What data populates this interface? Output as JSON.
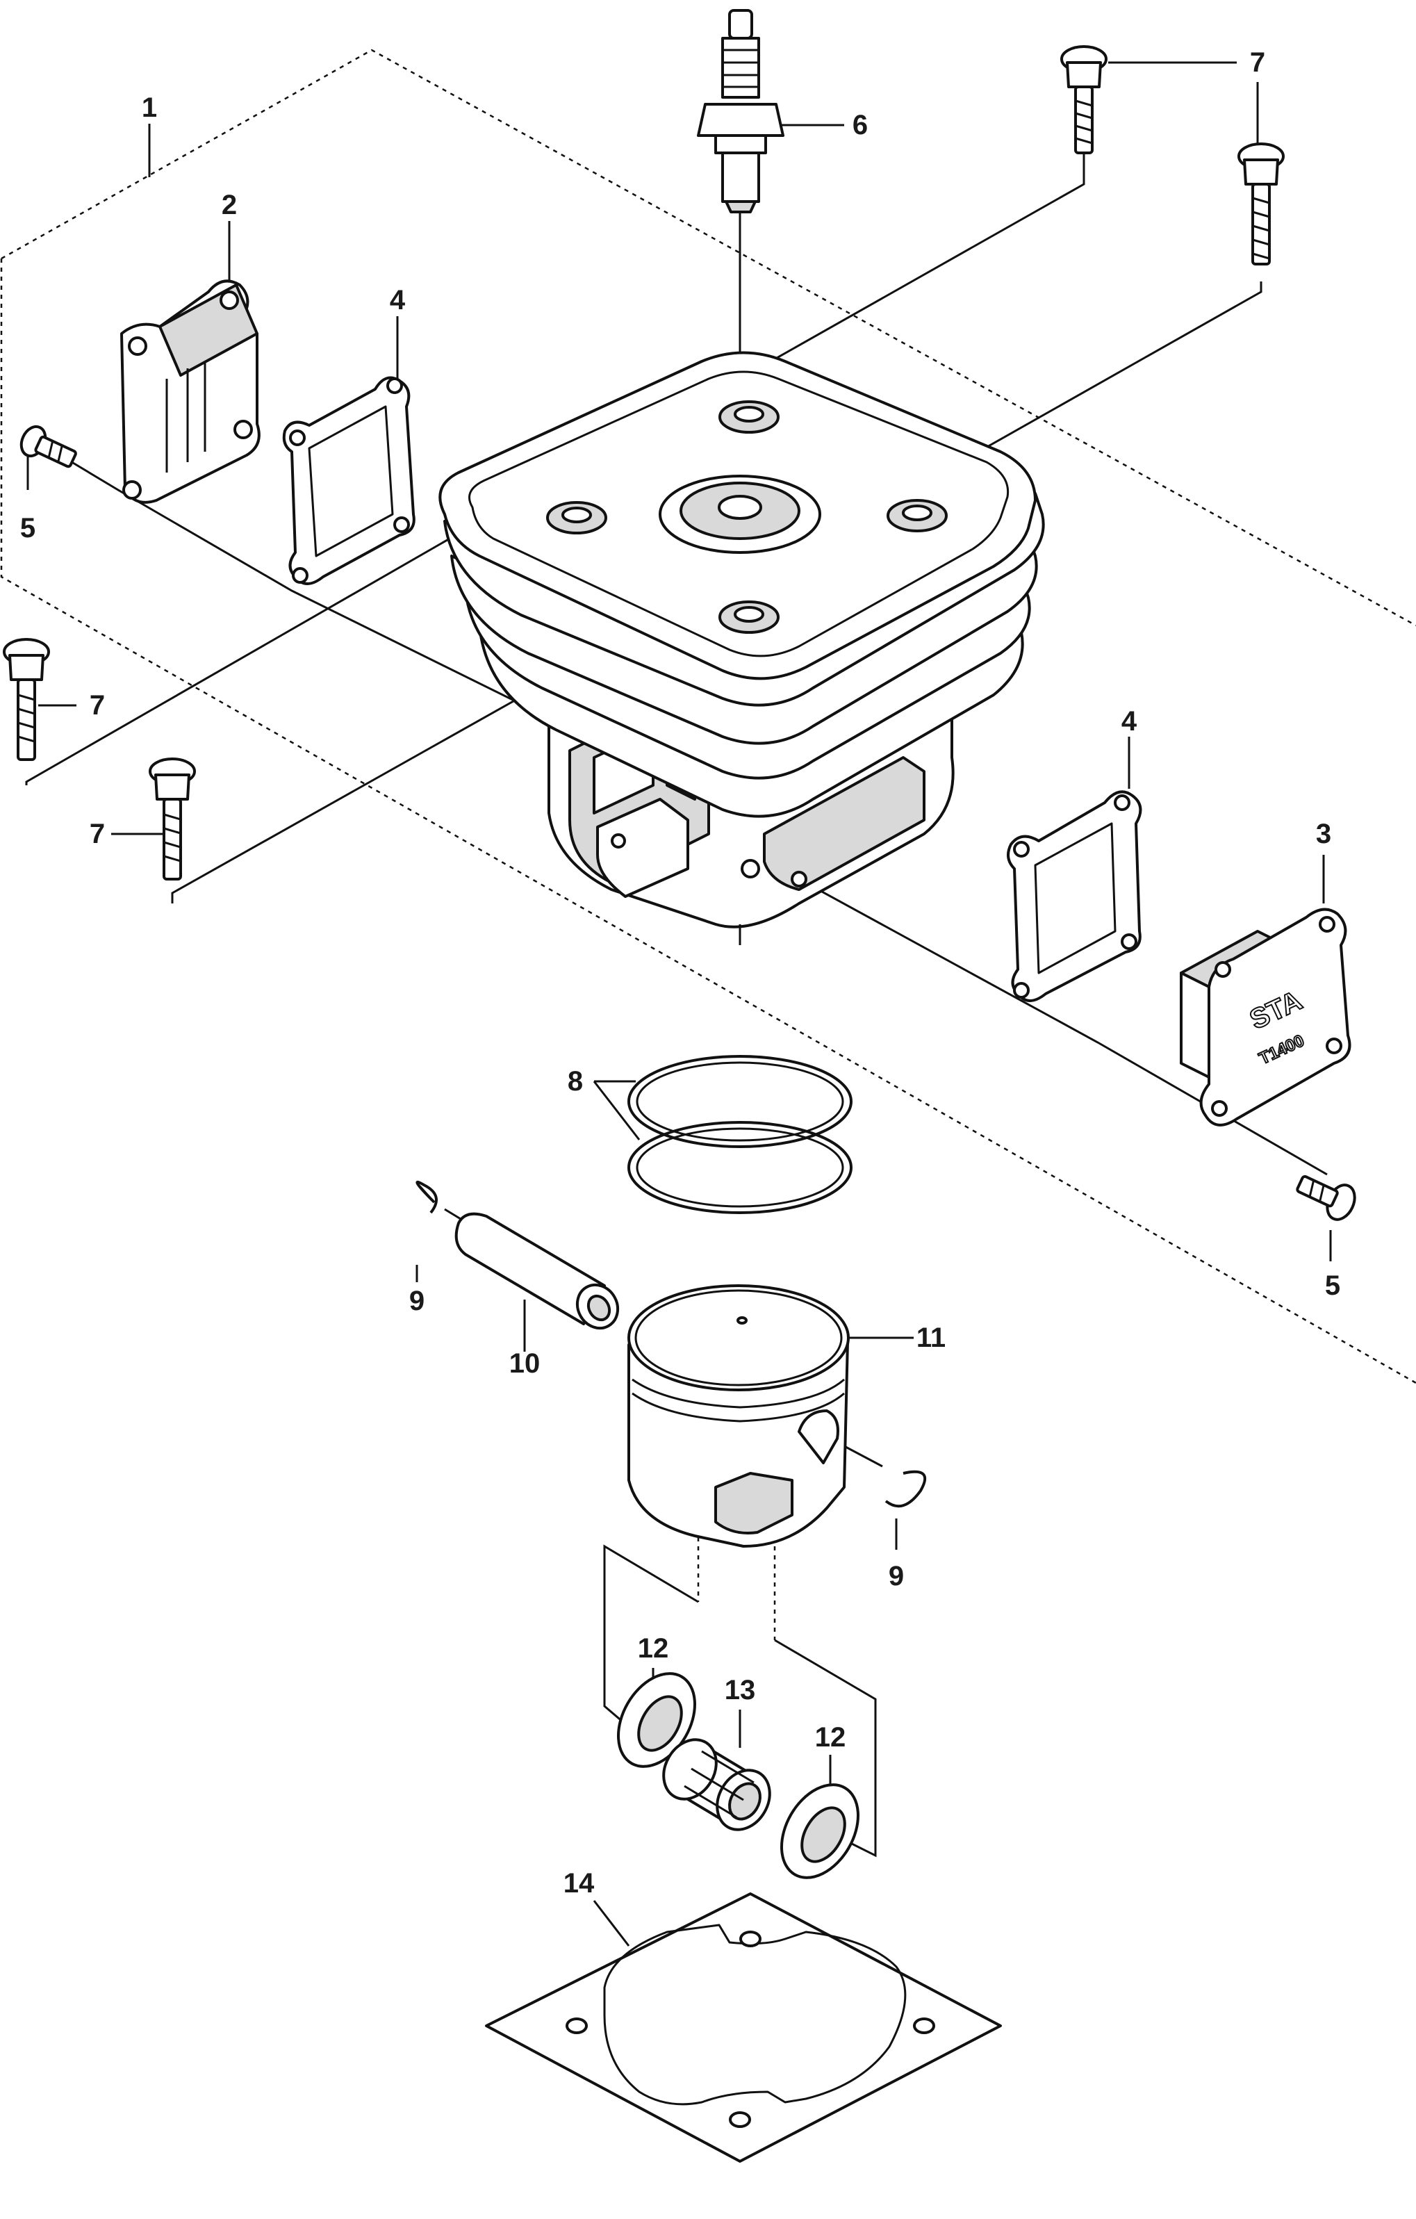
{
  "callouts": {
    "c1": "1",
    "c2": "2",
    "c3": "3",
    "c4a": "4",
    "c4b": "4",
    "c5a": "5",
    "c5b": "5",
    "c6": "6",
    "c7a": "7",
    "c7b": "7",
    "c7c": "7",
    "c7d": "7",
    "c8": "8",
    "c9a": "9",
    "c9b": "9",
    "c10": "10",
    "c11": "11",
    "c12a": "12",
    "c12b": "12",
    "c13": "13",
    "c14": "14"
  },
  "markings": {
    "cover_brand": "STA",
    "cover_model": "T1400"
  }
}
